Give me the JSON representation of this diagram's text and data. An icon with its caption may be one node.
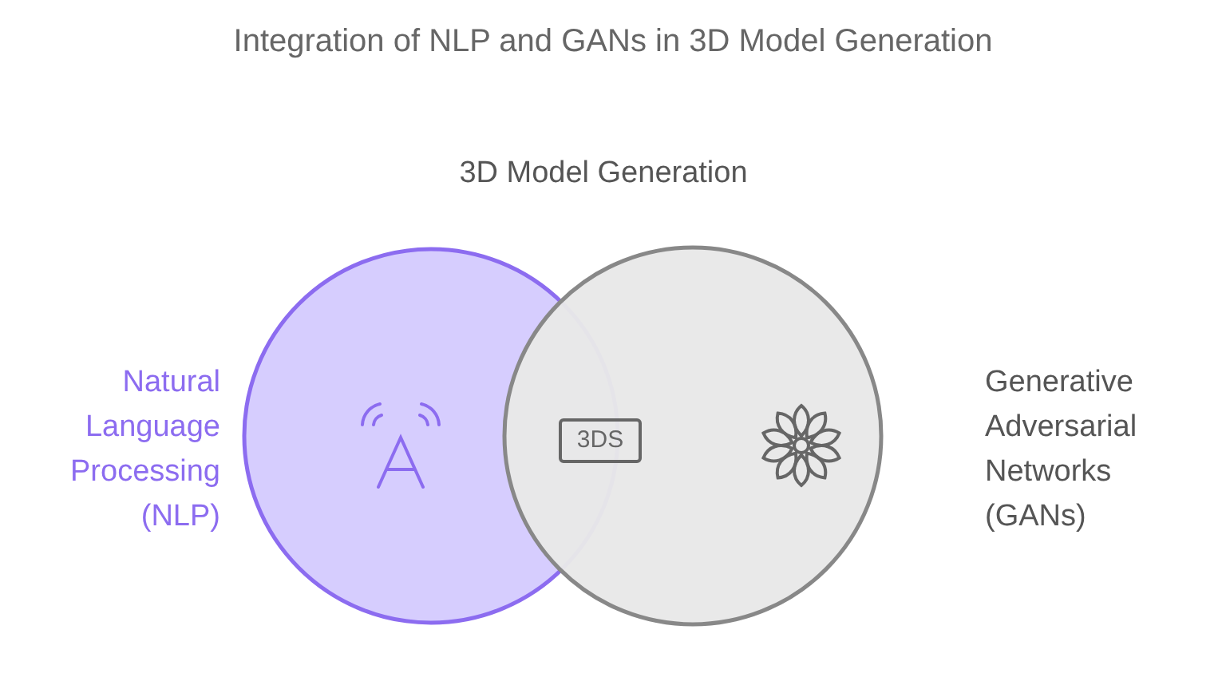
{
  "diagram": {
    "title": "Integration of NLP and GANs in 3D Model Generation",
    "nodes": [
      {
        "text": [
          "Natural Language Processing (NLP)"
        ]
      },
      {
        "text": [
          "Generative Adversarial Networks (GANs)"
        ]
      }
    ],
    "labels": [
      "3D Model Generation",
      "3DS"
    ]
  }
}
